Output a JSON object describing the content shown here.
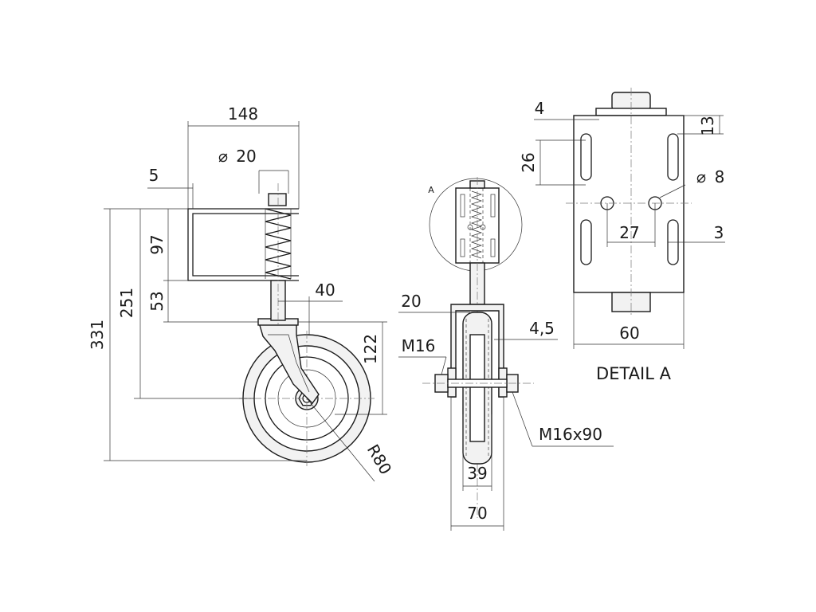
{
  "colors": {
    "line": "#1a1a1a",
    "part_fill": "#f2f2f2",
    "background": "#ffffff"
  },
  "side_view": {
    "width_148": "148",
    "diameter_symbol": "⌀",
    "diameter_20": "20",
    "offset_5": "5",
    "height_97": "97",
    "height_53": "53",
    "height_251": "251",
    "height_331": "331",
    "offset_40": "40",
    "height_122": "122",
    "radius": "R80"
  },
  "front_view": {
    "detail_marker": "A",
    "width_20": "20",
    "gap_4_5": "4,5",
    "thread": "M16",
    "bolt": "M16x90",
    "width_39": "39",
    "width_70": "70"
  },
  "detail_view": {
    "dim_4": "4",
    "dim_13": "13",
    "dim_26": "26",
    "diameter_symbol": "⌀",
    "hole_8": "8",
    "dim_27": "27",
    "dim_3": "3",
    "dim_60": "60",
    "title": "DETAIL A"
  }
}
